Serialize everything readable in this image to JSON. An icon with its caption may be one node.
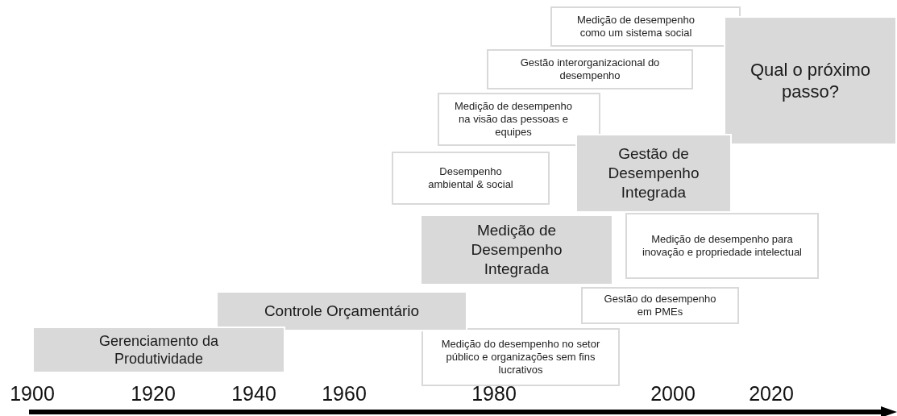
{
  "diagram": {
    "nodes": [
      {
        "text": [
          "Medição de desempenho como um sistema social"
        ]
      },
      {
        "text": [
          "Qual o próximo passo?"
        ]
      },
      {
        "text": [
          "Gestão interorganizacional do desempenho"
        ]
      },
      {
        "text": [
          "Medição de desempenho na visão das pessoas e equipes"
        ]
      },
      {
        "text": [
          "Desempenho ambiental & social"
        ]
      },
      {
        "text": [
          "Gestão de Desempenho Integrada"
        ]
      },
      {
        "text": [
          "Medição de desempenho para inovação e propriedade intelectual"
        ]
      },
      {
        "text": [
          "Medição de Desempenho Integrada"
        ]
      },
      {
        "text": [
          "Gestão do desempenho em PMEs"
        ]
      },
      {
        "text": [
          "Controle Orçamentário"
        ]
      },
      {
        "text": [
          "Gerenciamento da Produtividade"
        ]
      },
      {
        "text": [
          "Medição do desempenho no setor público e organizações sem fins lucrativos"
        ]
      }
    ],
    "labels": [
      "1900",
      "1920",
      "1940",
      "1960",
      "1980",
      "2000",
      "2020"
    ]
  }
}
